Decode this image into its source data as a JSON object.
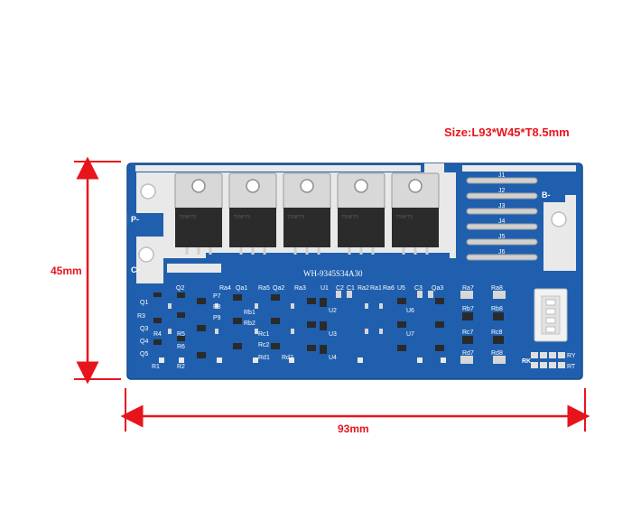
{
  "size_label": "Size:L93*W45*T8.5mm",
  "height_label": "45mm",
  "width_label": "93mm",
  "board": {
    "model": "WH-9345S34A30",
    "pads": {
      "p_minus": "P-",
      "c_minus": "C-",
      "b_minus": "B-"
    },
    "jumpers": [
      "J1",
      "J2",
      "J3",
      "J4",
      "J5",
      "J6"
    ],
    "connector_labels": [
      "RK",
      "RY",
      "RT"
    ],
    "silkscreen": [
      "Q1",
      "Q2",
      "Ra4",
      "Ra5",
      "Qa1",
      "Qa2",
      "Ra3",
      "U1",
      "C2",
      "C1",
      "Ra2",
      "Ra1",
      "Ra6",
      "U5",
      "C3",
      "Qa3",
      "Ra7",
      "Ra8",
      "Rb7",
      "Rb8",
      "Rc7",
      "Rc8",
      "Rd7",
      "Rd8",
      "R3",
      "R1",
      "R2",
      "R4",
      "R5",
      "R6",
      "P7",
      "P8",
      "P9",
      "Q3",
      "Q4",
      "Q5",
      "Rb1",
      "Rb2",
      "Rc1",
      "Rc2",
      "Rd1",
      "Rd2",
      "U2",
      "U3",
      "U4",
      "U6",
      "U7"
    ]
  },
  "icons": {
    "dimension-arrows": "red double-headed arrows",
    "mosfet": "TO-220 power transistor"
  },
  "colors": {
    "dimension": "#e8141c",
    "pcb": "#1f5fae",
    "pcb_dark": "#1a4f96",
    "pad": "#e9e9e9",
    "mosfet_body": "#2b2b2b",
    "mosfet_tab": "#d8d8d8"
  }
}
